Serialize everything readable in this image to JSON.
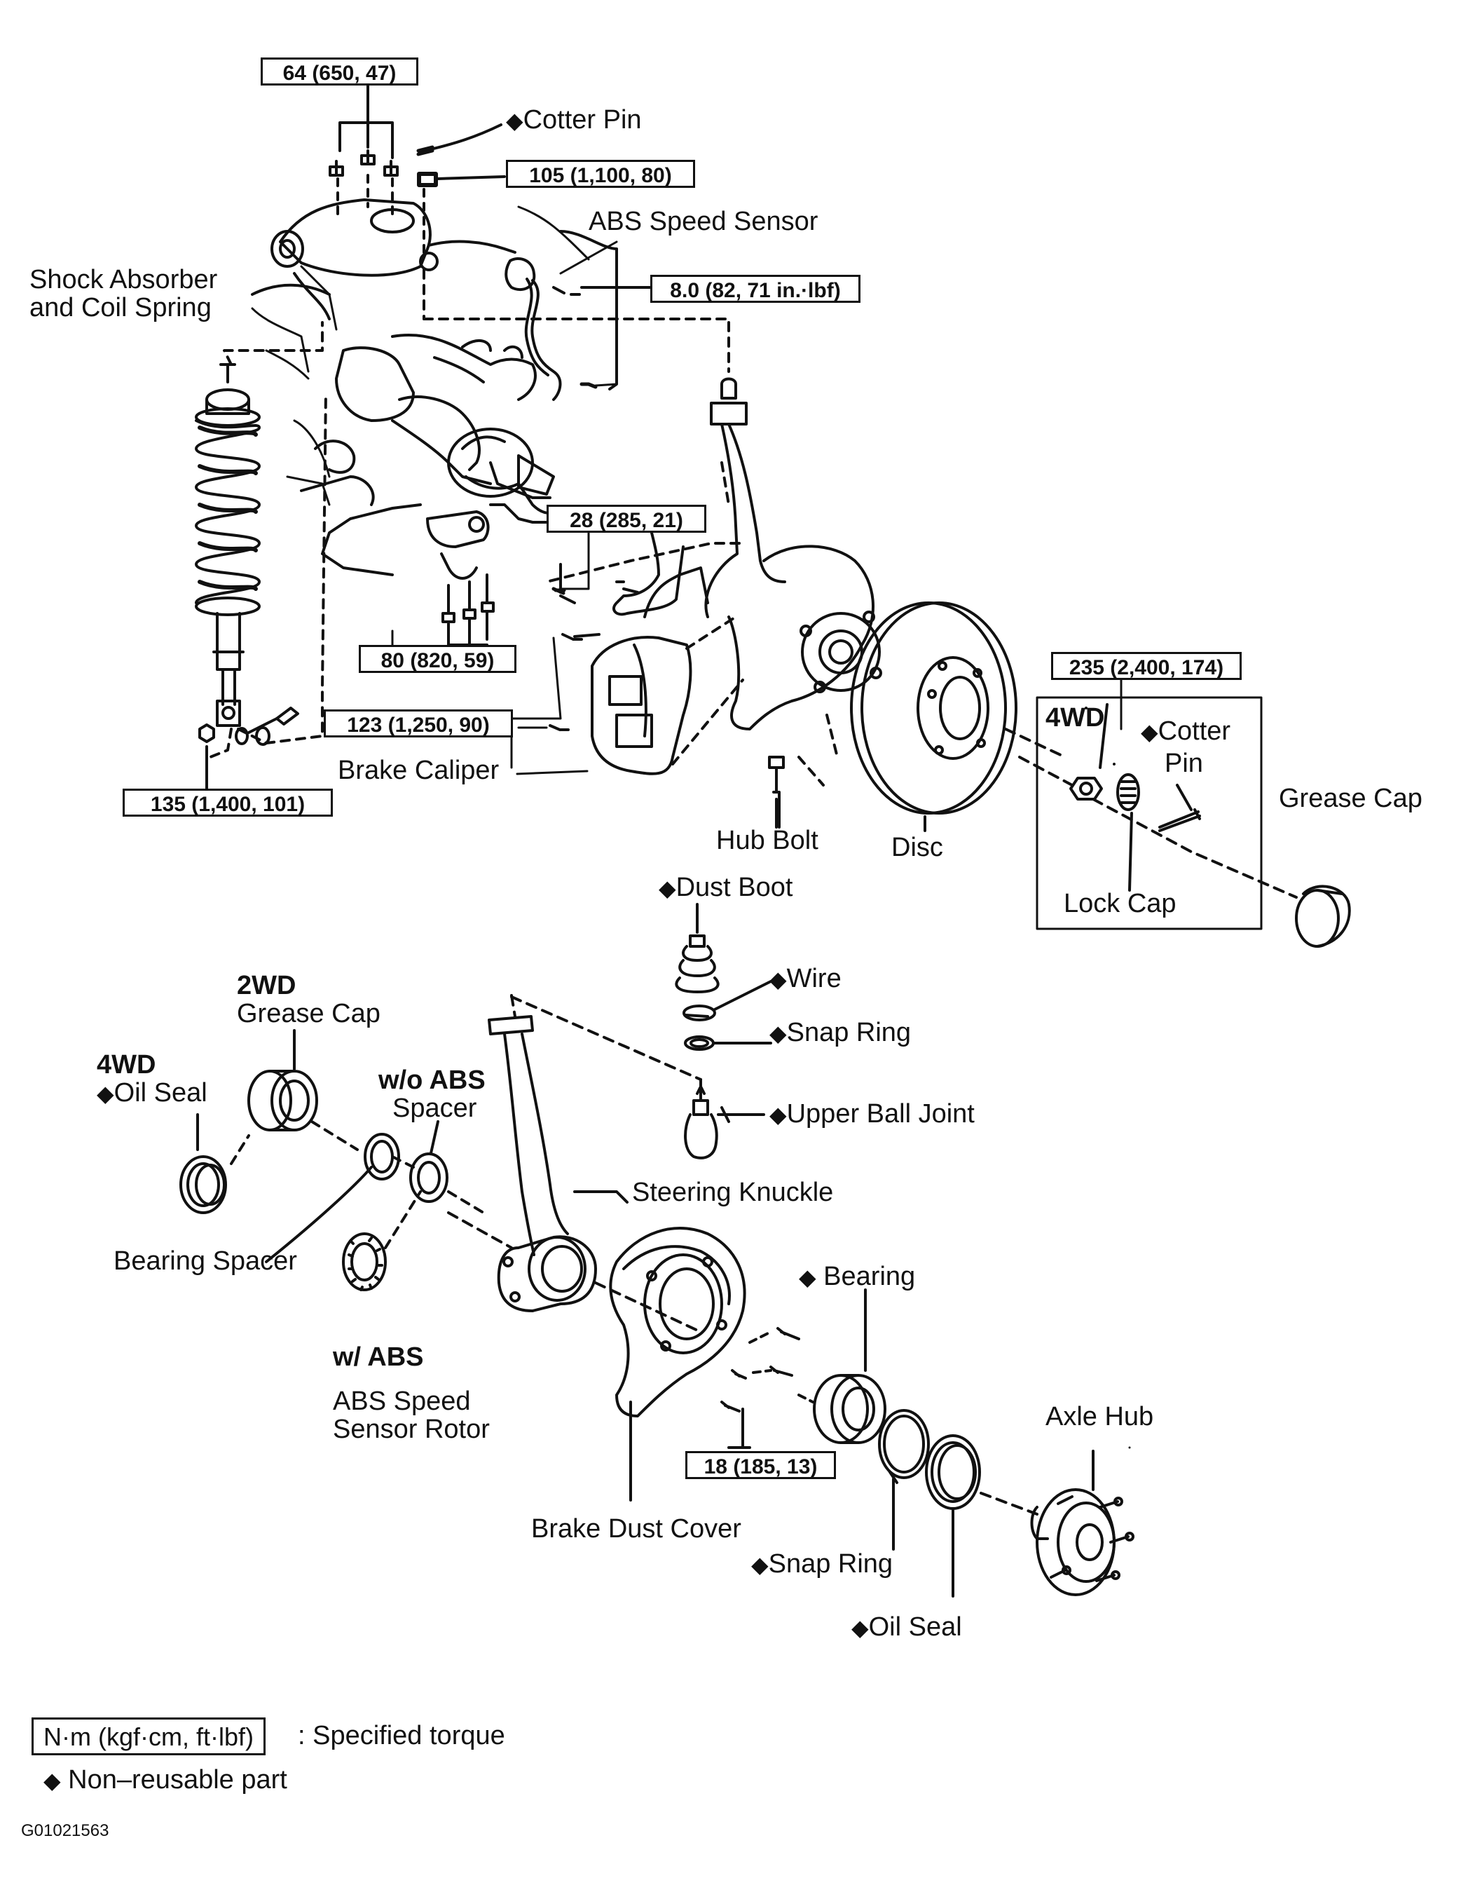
{
  "torques": {
    "t64": "64 (650, 47)",
    "t105": "105 (1,100, 80)",
    "t80abs": "8.0 (82, 71 in.·lbf)",
    "t28": "28 (285, 21)",
    "t80": "80 (820, 59)",
    "t123": "123 (1,250, 90)",
    "t135": "135 (1,400, 101)",
    "t235": "235 (2,400, 174)",
    "t18": "18 (185, 13)"
  },
  "labels": {
    "cotter_pin_top": "Cotter Pin",
    "abs_speed_sensor": "ABS Speed Sensor",
    "shock_absorber_1": "Shock Absorber",
    "shock_absorber_2": "and Coil Spring",
    "brake_caliper": "Brake Caliper",
    "hub_bolt": "Hub Bolt",
    "disc": "Disc",
    "fourwd_box_title": "4WD",
    "cotter_1": "Cotter",
    "cotter_2": "Pin",
    "lock_cap": "Lock Cap",
    "grease_cap_top": "Grease Cap",
    "dust_boot": "Dust Boot",
    "wire": "Wire",
    "snap_ring_upper": "Snap Ring",
    "upper_ball_joint": "Upper Ball Joint",
    "twowd": "2WD",
    "grease_cap_lower": "Grease Cap",
    "fourwd_lower": "4WD",
    "oil_seal_left": "Oil Seal",
    "wo_abs": "w/o ABS",
    "spacer": "Spacer",
    "steering_knuckle": "Steering Knuckle",
    "bearing_spacer": "Bearing Spacer",
    "w_abs": "w/ ABS",
    "abs_rotor_1": "ABS Speed",
    "abs_rotor_2": "Sensor Rotor",
    "bearing": "Bearing",
    "axle_hub": "Axle Hub",
    "brake_dust_cover": "Brake Dust Cover",
    "snap_ring_lower": "Snap Ring",
    "oil_seal_bottom": "Oil Seal"
  },
  "legend": {
    "unit_box": "N·m (kgf·cm, ft·lbf)",
    "unit_text": ": Specified torque",
    "nonreusable": "Non–reusable part",
    "diamond": "◆"
  },
  "figure_code": "G01021563",
  "colors": {
    "ink": "#111111",
    "paper": "#ffffff"
  }
}
